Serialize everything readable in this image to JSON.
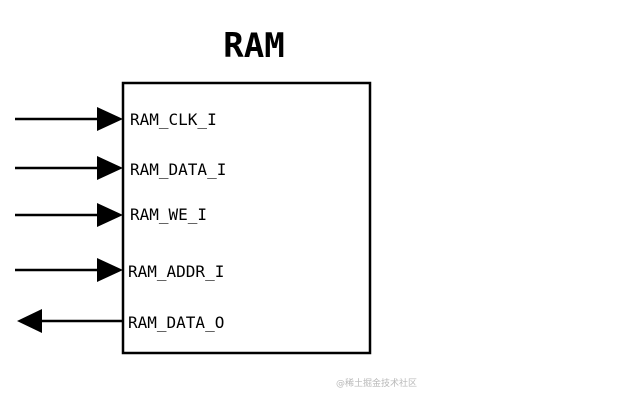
{
  "title": "RAM",
  "ports": [
    {
      "label": "RAM_CLK_I",
      "direction": "in"
    },
    {
      "label": "RAM_DATA_I",
      "direction": "in"
    },
    {
      "label": "RAM_WE_I",
      "direction": "in"
    },
    {
      "label": "RAM_ADDR_I",
      "direction": "in"
    },
    {
      "label": "RAM_DATA_O",
      "direction": "out"
    }
  ],
  "watermark": "@稀土掘金技术社区"
}
